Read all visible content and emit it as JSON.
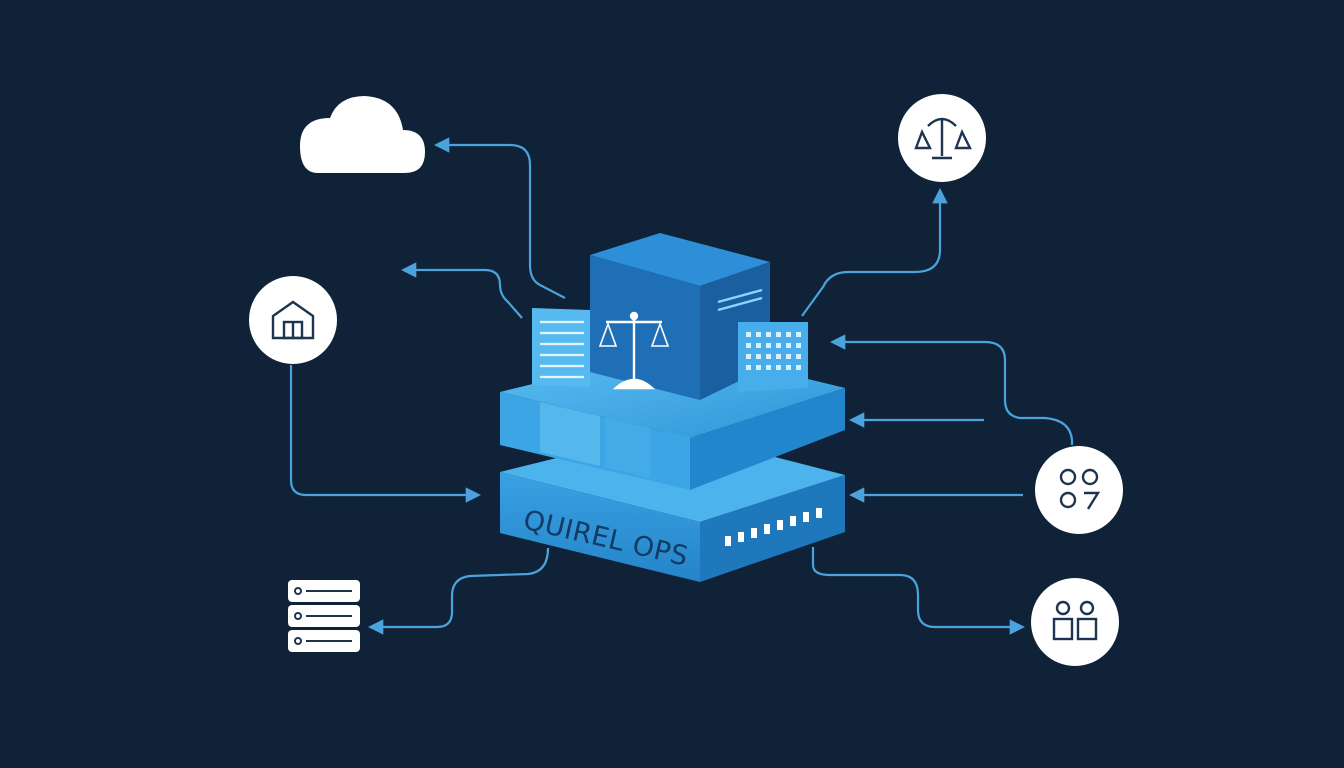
{
  "diagram": {
    "hub_label": "QUIREL OPS",
    "colors": {
      "background": "#0f2238",
      "connector": "#4aa3dc",
      "node_fill": "#ffffff",
      "icon_stroke": "#1d3550",
      "hub_light": "#4db0ea",
      "hub_mid": "#2a8fd6",
      "hub_dark": "#1c6fb0"
    },
    "nodes": [
      {
        "id": "cloud",
        "icon": "cloud-icon"
      },
      {
        "id": "justice",
        "icon": "scales-icon"
      },
      {
        "id": "home",
        "icon": "house-icon"
      },
      {
        "id": "people",
        "icon": "people-icon"
      },
      {
        "id": "team",
        "icon": "team-icon"
      },
      {
        "id": "servers",
        "icon": "server-stack-icon"
      }
    ]
  }
}
